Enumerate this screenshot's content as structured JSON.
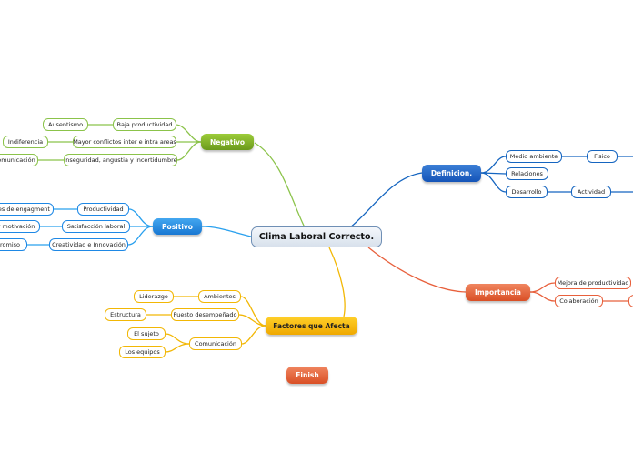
{
  "central": "Clima Laboral Correcto.",
  "branches": {
    "negativo": {
      "label": "Negativo",
      "items": [
        "Baja productividad",
        "Mayor conflictos inter e intra areas",
        "Inseguridad, angustia y incertidumbre"
      ],
      "sub": [
        "Ausentismo",
        "Indiferencia",
        "omunicación"
      ]
    },
    "positivo": {
      "label": "Positivo",
      "items": [
        "Productividad",
        "Satisfacción laboral",
        "Creatividad e Innovación"
      ],
      "sub": [
        "les de engagment",
        "r motivación",
        "romiso"
      ]
    },
    "definicion": {
      "label": "Definicion.",
      "items": [
        "Medio ambiente",
        "Relaciones",
        "Desarrollo"
      ],
      "sub": [
        "Fisico",
        "Actividad"
      ]
    },
    "importancia": {
      "label": "Importancia",
      "items": [
        "Mejora de productividad",
        "Colaboración"
      ]
    },
    "factores": {
      "label": "Factores que Afecta",
      "items": [
        "Ambientes",
        "Puesto desempeñado",
        "Comunicación"
      ],
      "sub": [
        "Liderazgo",
        "Estructura",
        "El sujeto",
        "Los equipos"
      ]
    },
    "finish": {
      "label": "Finish"
    }
  },
  "colors": {
    "negativo": "#8bc34a",
    "positivo": "#29a0ee",
    "definicion": "#1565c0",
    "importancia": "#e8603c",
    "factores": "#f2b705"
  }
}
